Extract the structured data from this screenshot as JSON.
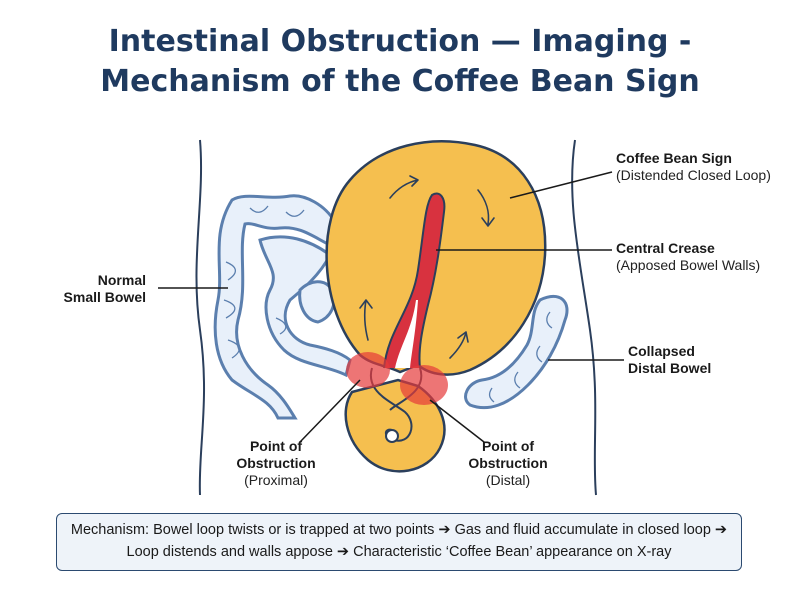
{
  "title": {
    "line1": "Intestinal Obstruction — Imaging -",
    "line2": "Mechanism of the Coffee Bean Sign"
  },
  "labels": {
    "coffee_bean": {
      "bold": "Coffee Bean Sign",
      "sub": "(Distended Closed Loop)"
    },
    "central_crease": {
      "bold": "Central Crease",
      "sub": "(Apposed Bowel Walls)"
    },
    "collapsed": {
      "bold1": "Collapsed",
      "bold2": "Distal Bowel"
    },
    "normal": {
      "bold1": "Normal",
      "bold2": "Small Bowel"
    },
    "obstruction_proximal": {
      "bold1": "Point of",
      "bold2": "Obstruction",
      "sub": "(Proximal)"
    },
    "obstruction_distal": {
      "bold1": "Point of",
      "bold2": "Obstruction",
      "sub": "(Distal)"
    }
  },
  "mechanism": {
    "text": "Mechanism: Bowel loop twists or is trapped at two points ➔ Gas and fluid accumulate in closed loop ➔ Loop distends and walls appose ➔ Characteristic ‘Coffee Bean’ appearance on X-ray"
  },
  "colors": {
    "title": "#1f3a5f",
    "loop_fill": "#f5bf4f",
    "loop_stroke": "#2b3f5c",
    "crease": "#c8283a",
    "bowel_fill": "#e8f0fa",
    "bowel_stroke": "#5b7fae",
    "obstruction": "#e53a3a"
  }
}
